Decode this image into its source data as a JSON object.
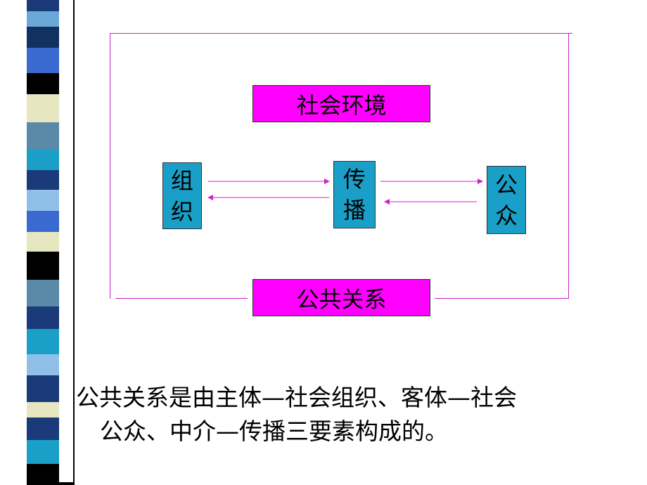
{
  "diagram": {
    "top_box": "社会环境",
    "bottom_box": "公共关系",
    "left_box": "组织",
    "center_box": "传播",
    "right_box": "公众"
  },
  "caption": {
    "line1": "公共关系是由主体—社会组织、客体—社会",
    "line2": "公众、中介—传播三要素构成的。"
  },
  "colors": {
    "magenta_box": "#ff00ff",
    "teal_box": "#1aa0c8",
    "frame_line": "#d020c8"
  }
}
